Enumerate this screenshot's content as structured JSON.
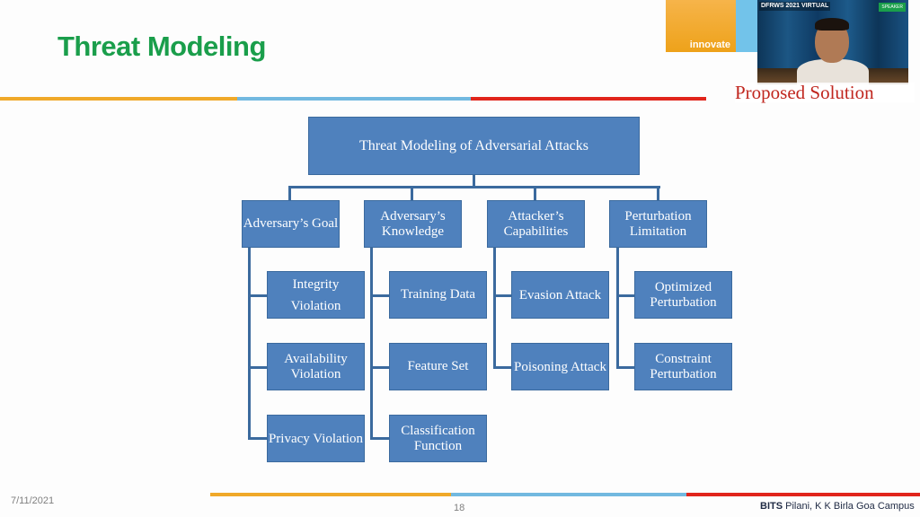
{
  "slide": {
    "title": "Threat Modeling",
    "overlay_caption": "Proposed Solution",
    "brand_word": "innovate",
    "camera_event_tag": "DFRWS 2021 VIRTUAL",
    "camera_speaker_tag": "SPEAKER",
    "footer": {
      "date": "7/11/2021",
      "page_number": "18",
      "org_bold": "BITS",
      "org_rest": " Pilani, K K Birla Goa Campus"
    },
    "colors": {
      "title_green": "#1a9e4b",
      "rule_orange": "#f0a929",
      "rule_blue": "#72b9e0",
      "rule_red": "#e1251b",
      "box_blue": "#4f81bd",
      "caption_red": "#c0261e"
    }
  },
  "diagram": {
    "root": "Threat Modeling of Adversarial Attacks",
    "categories": [
      {
        "label": "Adversary’s Goal",
        "children": [
          "Integrity Violation",
          "Availability Violation",
          "Privacy Violation"
        ]
      },
      {
        "label": "Adversary’s Knowledge",
        "children": [
          "Training Data",
          "Feature Set",
          "Classification Function"
        ]
      },
      {
        "label": "Attacker’s Capabilities",
        "children": [
          "Evasion Attack",
          "Poisoning Attack"
        ]
      },
      {
        "label": "Perturbation Limitation",
        "children": [
          "Optimized Perturbation",
          "Constraint Perturbation"
        ]
      }
    ]
  }
}
